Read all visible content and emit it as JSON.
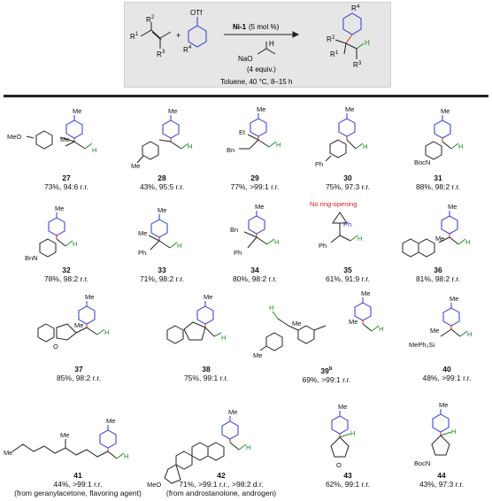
{
  "colors": {
    "bond": "#222222",
    "blue": "#2a36d6",
    "red": "#e0302a",
    "green": "#1f8a2a",
    "panel": "#e6e6e6"
  },
  "scheme": {
    "reagent_r2": "R",
    "sup2": "2",
    "reagent_r1": "R",
    "sup1": "1",
    "reagent_r3": "R",
    "sup3": "3",
    "plus1": "+",
    "plus2": "+",
    "otf": "OTf",
    "ar_r4": "R",
    "sup4": "4",
    "catalyst_label": "Ni-1",
    "catalyst_loading": "(5 mol %)",
    "naoiprH": "H",
    "naoiprO": "NaO",
    "equiv": "(4 equiv.)",
    "conditions": "Toluene, 40 °C, 8–15 h",
    "product_r4": "R",
    "product_sup4": "4",
    "product_r2": "R",
    "product_sup2": "2",
    "product_r1": "R",
    "product_sup1": "1",
    "product_r3": "R",
    "product_sup3": "3",
    "product_h": "H"
  },
  "labels": {
    "me": "Me",
    "h": "H",
    "et": "Et",
    "bn": "Bn",
    "ph": "Ph",
    "mep2si": "MePh₂Si",
    "boc_n": "BocN",
    "bn_n": "BnN",
    "meo": "MeO",
    "o": "O",
    "no_ring_opening": "No ring-opening"
  },
  "compounds": [
    {
      "num": "27",
      "yield": "73%, 94:6 r.r."
    },
    {
      "num": "28",
      "yield": "43%, 95:5 r.r."
    },
    {
      "num": "29",
      "yield": "77%, >99:1 r.r."
    },
    {
      "num": "30",
      "yield": "75%, 97:3 r.r."
    },
    {
      "num": "31",
      "yield": "88%, 98:2 r.r."
    },
    {
      "num": "32",
      "yield": "78%, 98:2 r.r."
    },
    {
      "num": "33",
      "yield": "71%, 98:2 r.r."
    },
    {
      "num": "34",
      "yield": "80%, 98:2 r.r."
    },
    {
      "num": "35",
      "yield": "61%, 91:9 r.r."
    },
    {
      "num": "36",
      "yield": "81%, 98:2 r.r."
    },
    {
      "num": "37",
      "yield": "85%, 98:2 r.r."
    },
    {
      "num": "38",
      "yield": "75%, 99:1 r.r."
    },
    {
      "num": "39",
      "sup": "b",
      "yield": "69%, >99:1 r.r."
    },
    {
      "num": "40",
      "yield": "48%, >99:1 r.r."
    },
    {
      "num": "41",
      "yield": "44%, >99:1 r.r.",
      "note": "(from geranylacetone, flavoring agent)"
    },
    {
      "num": "42",
      "yield": "71%, >99:1 r.r., >98:2 d.r.",
      "note": "(from androstanolone, androgen)"
    },
    {
      "num": "43",
      "yield": "62%, 99:1 r.r."
    },
    {
      "num": "44",
      "yield": "43%, 97:3 r.r."
    }
  ]
}
